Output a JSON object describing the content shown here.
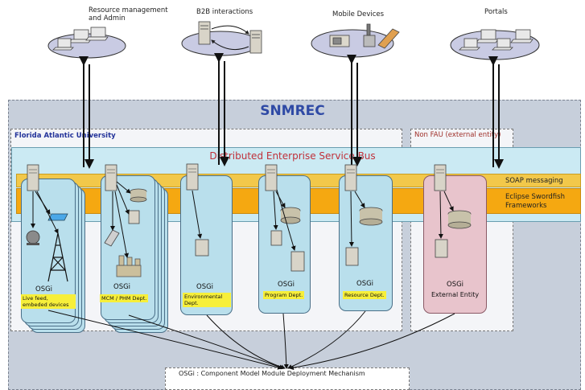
{
  "top_groups": [
    {
      "label_line1": "Resource management",
      "label_line2": "and Admin"
    },
    {
      "label_line1": "B2B interactions",
      "label_line2": ""
    },
    {
      "label_line1": "Mobile Devices",
      "label_line2": ""
    },
    {
      "label_line1": "Portals",
      "label_line2": ""
    }
  ],
  "title": "SNMREC",
  "regions": {
    "fau": "Florida Atlantic University",
    "non_fau": "Non FAU (external entity)"
  },
  "esb": {
    "label": "Distributed Enterprise Service Bus",
    "soap": "SOAP messaging",
    "eclipse_line1": "Eclipse Swordfish",
    "eclipse_line2": "Frameworks"
  },
  "modules": [
    {
      "osgi": "OSGi",
      "dept": "Live feed, embeded devices"
    },
    {
      "osgi": "OSGi",
      "dept": "MCM / PHM Dept."
    },
    {
      "osgi": "OSGi",
      "dept": "Environmental Dept."
    },
    {
      "osgi": "OSGi",
      "dept": "Program Dept."
    },
    {
      "osgi": "OSGi",
      "dept": "Resource Dept."
    },
    {
      "osgi": "OSGi",
      "dept": "External Entity"
    }
  ],
  "bottom": {
    "label": "OSGi :  Component Model Module Deployment Mechanism"
  },
  "colors": {
    "outer_bg": "#c7cfdb",
    "esb_bg": "#cbeaf3",
    "soap": "#f2c84a",
    "eclipse": "#f5a811",
    "card": "#b9dfec",
    "card_external": "#e8c4cc",
    "title": "#2f4aa5",
    "esb_label": "#c0303a",
    "dept_highlight": "#f7ef3a"
  },
  "icons": [
    "laptop-icon",
    "server-icon",
    "mobile-device-icon",
    "database-icon",
    "tower-icon",
    "router-icon",
    "webcam-icon",
    "factory-icon"
  ]
}
